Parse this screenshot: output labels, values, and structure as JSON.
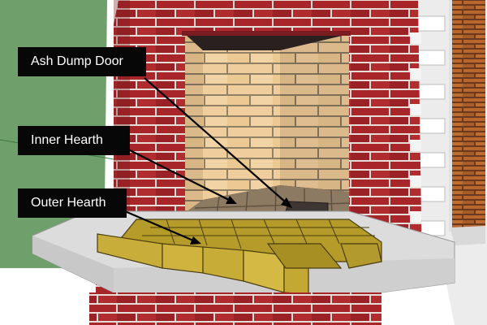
{
  "labels": {
    "ash_dump_door": "Ash Dump Door",
    "inner_hearth": "Inner Hearth",
    "outer_hearth": "Outer Hearth"
  },
  "colors": {
    "brick_red": "#a8262a",
    "mortar": "#e4ddd8",
    "firebrick": "#f0cd9c",
    "inner_hearth_brick": "#8d7a62",
    "outer_hearth_brick": "#b59b2a",
    "concrete": "#dcdcdc",
    "label_background": "#070707",
    "label_text": "#ffffff"
  }
}
